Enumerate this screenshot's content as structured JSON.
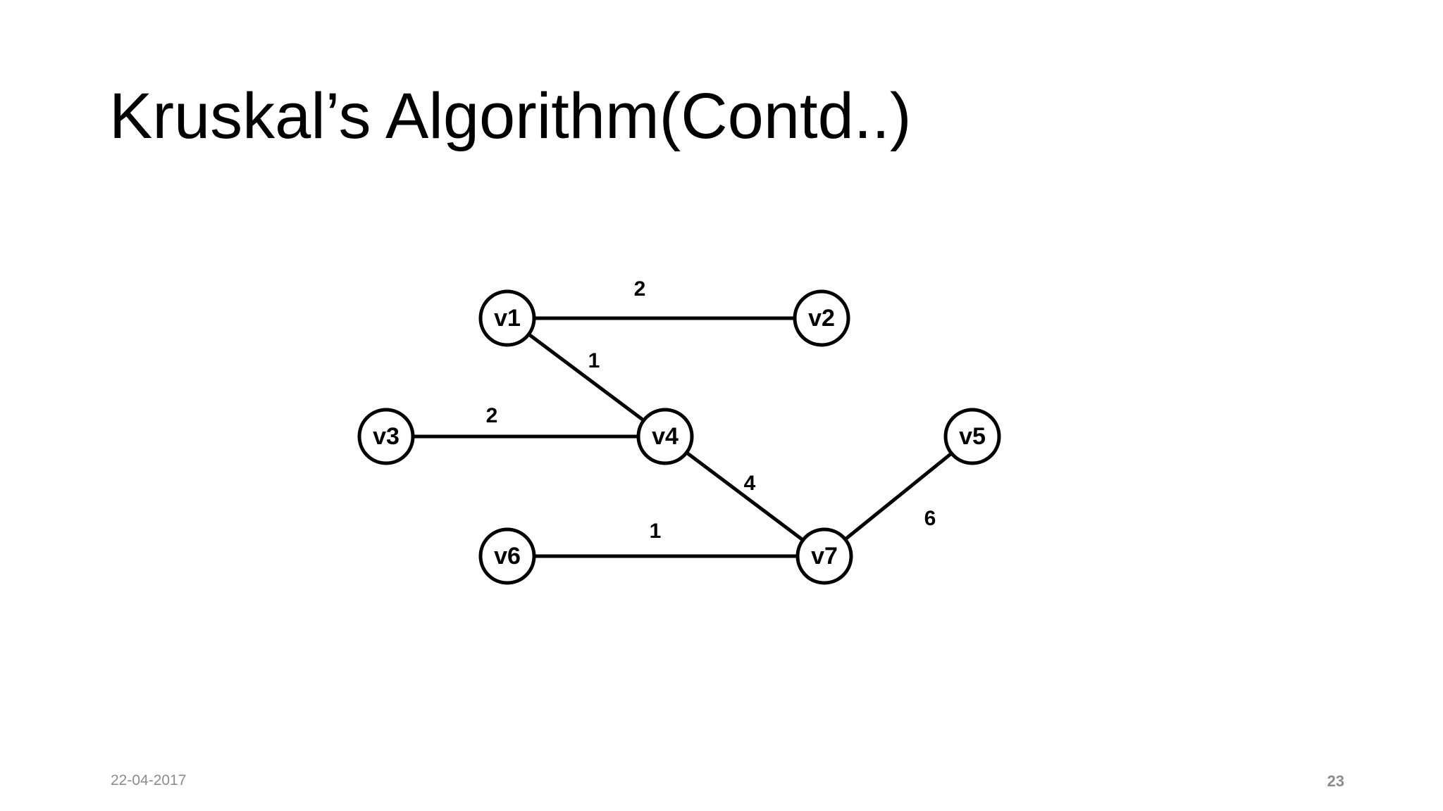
{
  "slide": {
    "title": "Kruskal’s Algorithm(Contd..)",
    "date": "22-04-2017",
    "page_number": "23"
  },
  "graph": {
    "nodes": [
      {
        "id": "v1",
        "label": "v1"
      },
      {
        "id": "v2",
        "label": "v2"
      },
      {
        "id": "v3",
        "label": "v3"
      },
      {
        "id": "v4",
        "label": "v4"
      },
      {
        "id": "v5",
        "label": "v5"
      },
      {
        "id": "v6",
        "label": "v6"
      },
      {
        "id": "v7",
        "label": "v7"
      }
    ],
    "edges": [
      {
        "from": "v1",
        "to": "v2",
        "weight": "2"
      },
      {
        "from": "v1",
        "to": "v4",
        "weight": "1"
      },
      {
        "from": "v3",
        "to": "v4",
        "weight": "2"
      },
      {
        "from": "v4",
        "to": "v7",
        "weight": "4"
      },
      {
        "from": "v6",
        "to": "v7",
        "weight": "1"
      },
      {
        "from": "v7",
        "to": "v5",
        "weight": "6"
      }
    ]
  }
}
